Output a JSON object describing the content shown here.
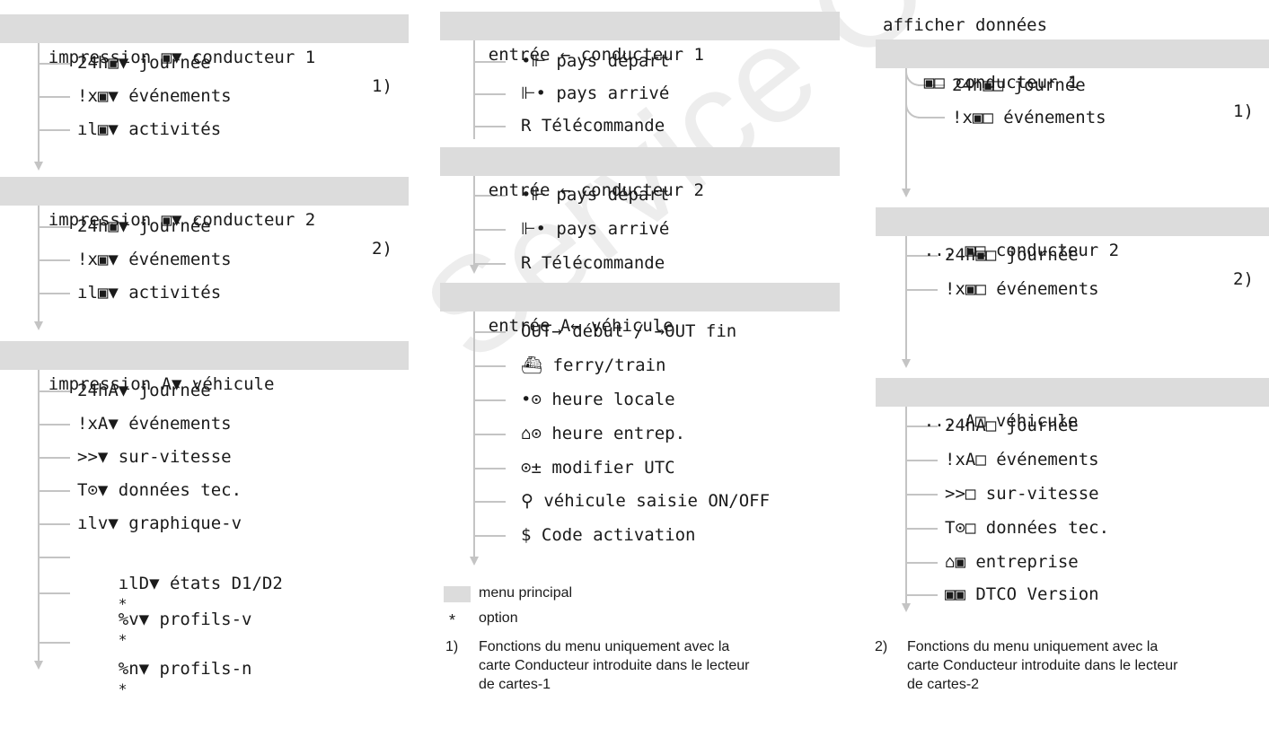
{
  "watermark": "Service Only",
  "col1": {
    "sec1": {
      "title": "impression ▣▼ conducteur 1",
      "fn": "1)",
      "items": [
        "24h▣▼ journée",
        "!x▣▼ événements",
        "ıl▣▼ activités"
      ]
    },
    "sec2": {
      "title": "impression ▣▼ conducteur 2",
      "fn": "2)",
      "items": [
        "24h▣▼ journée",
        "!x▣▼ événements",
        "ıl▣▼ activités"
      ]
    },
    "sec3": {
      "title": "impression A▼ véhicule",
      "items": [
        "24hA▼ journée",
        "!xA▼ événements",
        ">>▼ sur-vitesse",
        "T⊙▼ données tec.",
        "ılv▼ graphique-v",
        "ılD▼ états D1/D2",
        "%v▼ profils-v",
        "%n▼ profils-n"
      ],
      "stars": [
        "*",
        "*",
        "*"
      ]
    }
  },
  "col2": {
    "sec1": {
      "title": "entrée ← conducteur 1",
      "items": [
        "•⊩ pays départ",
        "⊩• pays arrivé",
        "R Télécommande"
      ]
    },
    "sec2": {
      "title": "entrée ← conducteur 2",
      "items": [
        "•⊩ pays départ",
        "⊩• pays arrivé",
        "R Télécommande"
      ]
    },
    "sec3": {
      "title": "entrée A← véhicule",
      "items": [
        "OUT→ début / →OUT fin",
        "⛴ ferry/train",
        "•⊙ heure locale",
        "⌂⊙ heure entrep.",
        "⊙± modifier UTC",
        "⚲ véhicule saisie ON/OFF",
        "$ Code activation"
      ]
    }
  },
  "col3": {
    "sec1": {
      "title1": "afficher données",
      "title2": "▣□ conducteur 1",
      "fn": "1)",
      "items": [
        "24h▣□ journée",
        "!x▣□ événements"
      ]
    },
    "sec2": {
      "title": "... ▣□ conducteur 2",
      "fn": "2)",
      "items": [
        "24h▣□ journée",
        "!x▣□ événements"
      ]
    },
    "sec3": {
      "title": "... A□ véhicule",
      "items": [
        "24hA□ journée",
        "!xA□ événements",
        ">>□ sur-vitesse",
        "T⊙□ données tec.",
        "⌂▣ entreprise",
        "▣▣ DTCO Version"
      ]
    }
  },
  "legend": {
    "menu_label": "menu principal",
    "option_mark": "*",
    "option_label": "option",
    "note1_num": "1)",
    "note1_text": [
      "Fonctions du menu uniquement avec la",
      "carte Conducteur introduite dans le lecteur",
      "de cartes-1"
    ],
    "note2_num": "2)",
    "note2_text": [
      "Fonctions du menu uniquement avec la",
      "carte Conducteur introduite dans le lecteur",
      "de cartes-2"
    ]
  }
}
